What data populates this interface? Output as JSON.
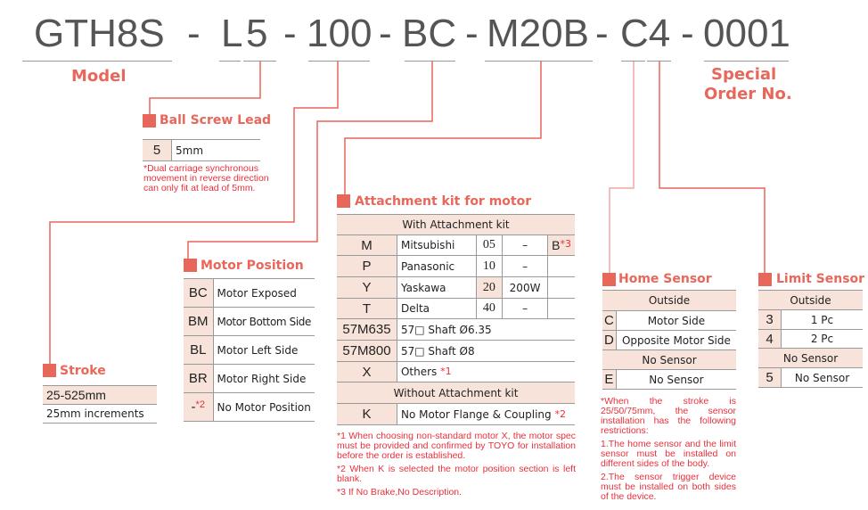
{
  "colors": {
    "accent": "#e8675b",
    "cell_bg": "#f7e3da",
    "note": "#e8303a"
  },
  "header": {
    "model": "GTH8S",
    "sep": "-",
    "lead": "L",
    "lead_val": "5",
    "stroke": "100",
    "motor_pos": "BC",
    "kit": "M20B",
    "sensor": "C4",
    "special": "0001",
    "model_label": "Model",
    "special_label_1": "Special",
    "special_label_2": "Order No."
  },
  "ball_screw": {
    "title": "Ball Screw Lead",
    "code": "5",
    "value": "5mm",
    "note": "*Dual carriage synchronous movement in reverse direction can only fit at lead of 5mm."
  },
  "stroke": {
    "title": "Stroke",
    "range": "25-525mm",
    "increment": "25mm increments"
  },
  "motor_position": {
    "title": "Motor Position",
    "rows": [
      {
        "code": "BC",
        "label": "Motor Exposed"
      },
      {
        "code": "BM",
        "label": "Motor Bottom Side"
      },
      {
        "code": "BL",
        "label": "Motor Left Side"
      },
      {
        "code": "BR",
        "label": "Motor Right Side"
      },
      {
        "code": "-",
        "sup": "*2",
        "label": "No Motor Position"
      }
    ]
  },
  "attachment": {
    "title": "Attachment kit for motor",
    "with_header": "With Attachment kit",
    "brake": "B",
    "brake_sup": "*3",
    "brands": [
      {
        "code": "M",
        "name": "Mitsubishi",
        "num": "05",
        "watt": "–"
      },
      {
        "code": "P",
        "name": "Panasonic",
        "num": "10",
        "watt": "–"
      },
      {
        "code": "Y",
        "name": "Yaskawa",
        "num": "20",
        "watt": "200W"
      },
      {
        "code": "T",
        "name": "Delta",
        "num": "40",
        "watt": "–"
      }
    ],
    "others": [
      {
        "code": "57M635",
        "label": "57□ Shaft Ø6.35"
      },
      {
        "code": "57M800",
        "label": "57□ Shaft Ø8"
      },
      {
        "code": "X",
        "label": "Others ",
        "sup": "*1"
      }
    ],
    "without_header": "Without  Attachment kit",
    "k_code": "K",
    "k_label": "No Motor Flange & Coupling ",
    "k_sup": "*2",
    "notes": [
      "*1 When choosing non-standard motor X, the motor spec must be provided and confirmed by TOYO for installation before the order is established.",
      "*2 When K is selected the motor position section is left blank.",
      "*3 If No Brake,No Description."
    ]
  },
  "home_sensor": {
    "title": "Home Sensor",
    "outside": "Outside",
    "rows": [
      {
        "code": "C",
        "label": "Motor Side"
      },
      {
        "code": "D",
        "label": "Opposite Motor Side"
      }
    ],
    "no_sensor_header": "No Sensor",
    "e_code": "E",
    "e_label": "No Sensor",
    "notes": [
      "*When the stroke is 25/50/75mm, the sensor installation has the following restrictions:",
      "1.The home sensor and the limit sensor must be installed on different sides of the body.",
      "2.The sensor trigger device must be installed on both sides of the device."
    ]
  },
  "limit_sensor": {
    "title": "Limit Sensor",
    "outside": "Outside",
    "rows": [
      {
        "code": "3",
        "label": "1 Pc"
      },
      {
        "code": "4",
        "label": "2 Pc"
      }
    ],
    "no_sensor_header": "No Sensor",
    "five_code": "5",
    "five_label": "No Sensor"
  }
}
